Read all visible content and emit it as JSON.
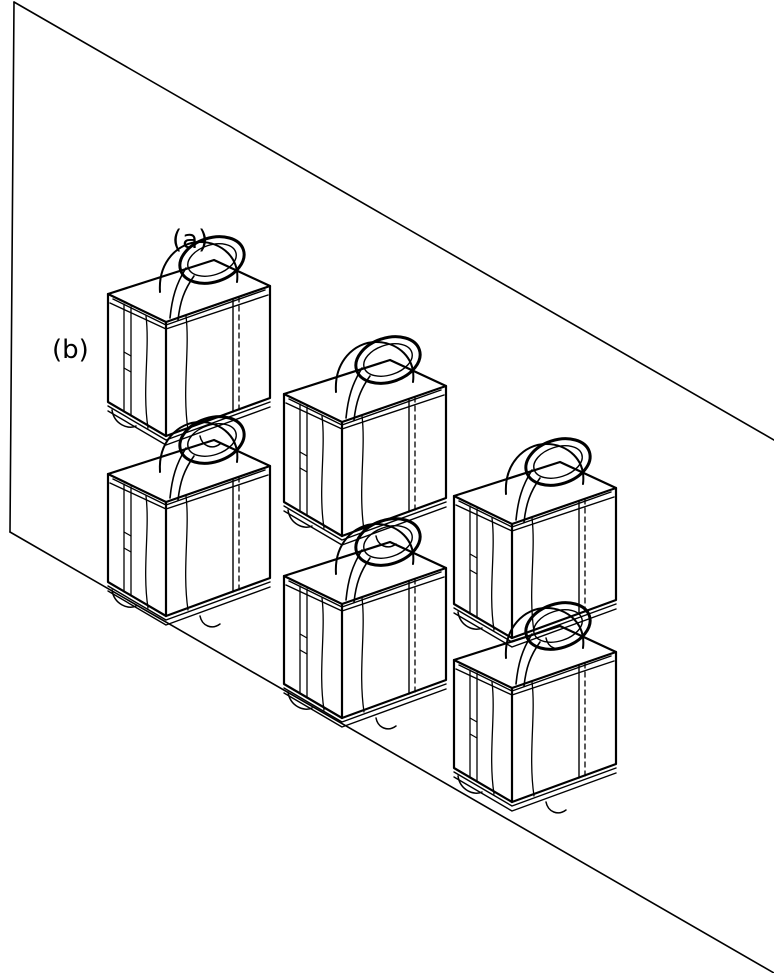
{
  "labels": {
    "a": "(a)",
    "b": "(b)"
  },
  "figure": {
    "units": [
      {
        "column": 1,
        "tier": "upper"
      },
      {
        "column": 1,
        "tier": "lower"
      },
      {
        "column": 2,
        "tier": "upper"
      },
      {
        "column": 2,
        "tier": "lower"
      },
      {
        "column": 3,
        "tier": "upper"
      },
      {
        "column": 3,
        "tier": "lower"
      }
    ]
  },
  "colors": {
    "ink": "#000000",
    "paper": "#ffffff"
  }
}
